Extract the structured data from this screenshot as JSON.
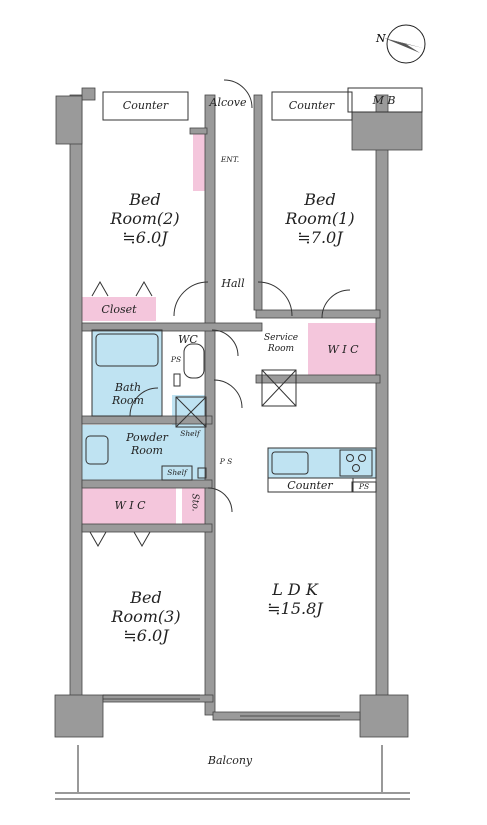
{
  "compass": {
    "north_label": "N"
  },
  "rooms": {
    "bed2": {
      "name": "Bed",
      "name2": "Room(2)",
      "size": "≒6.0J"
    },
    "bed1": {
      "name": "Bed",
      "name2": "Room(1)",
      "size": "≒7.0J"
    },
    "bed3": {
      "name": "Bed",
      "name2": "Room(3)",
      "size": "≒6.0J"
    },
    "ldk": {
      "name": "L D K",
      "size": "≒15.8J"
    },
    "bath": {
      "name": "Bath",
      "name2": "Room"
    },
    "powder": {
      "name": "Powder",
      "name2": "Room"
    },
    "service": {
      "name": "Service",
      "name2": "Room"
    }
  },
  "labels": {
    "counter_bed2": "Counter",
    "counter_bed1": "Counter",
    "alcove": "Alcove",
    "mb": "M B",
    "ent": "ENT.",
    "hall": "Hall",
    "closet": "Closet",
    "wc": "WC",
    "ps_bath": "PS",
    "wic_bed1": "W I C",
    "wic_bed3": "W I C",
    "shelf_bath": "Shelf",
    "shelf_powder": "Shelf",
    "ps_powder": "P S",
    "counter_kitchen": "Counter",
    "ps_kitchen": "PS",
    "sto": "Sto.",
    "balcony": "Balcony"
  },
  "colors": {
    "wall": "#9a9a9a",
    "pink": "#f4c6dc",
    "blue": "#bfe3f2",
    "line": "#333333"
  }
}
